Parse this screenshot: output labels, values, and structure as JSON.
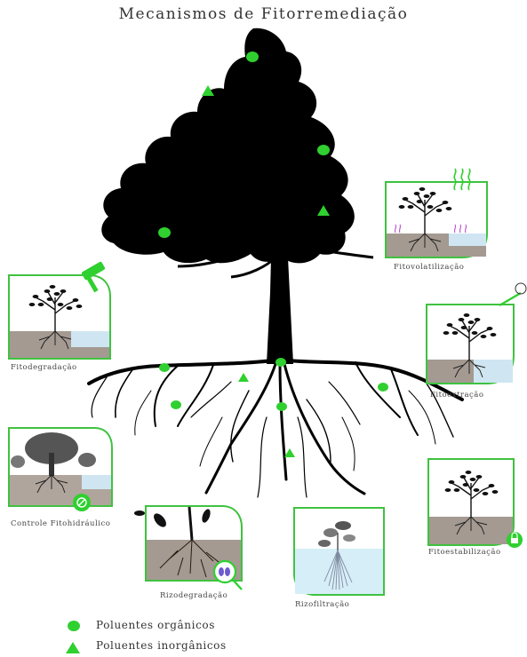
{
  "title": "Mecanismos de Fitorremediação",
  "colors": {
    "accent_green": "#2fd02f",
    "box_border": "#3fc23f",
    "tree": "#000000",
    "soil": "#a49a92",
    "water": "#cfe6f2"
  },
  "mechanisms": [
    {
      "name": "Fitovolatilização",
      "icon": "vapor-icon"
    },
    {
      "name": "Fitodegradação",
      "icon": "hammer-icon"
    },
    {
      "name": "Fitoextração",
      "icon": "extraction-arrow-icon"
    },
    {
      "name": "Controle Fitohidráulico",
      "icon": "no-flow-icon"
    },
    {
      "name": "Fitoestabilização",
      "icon": "lock-icon"
    },
    {
      "name": "Rizodegradação",
      "icon": "magnifier-microbe-icon"
    },
    {
      "name": "Rizofiltração",
      "icon": "aquatic-plant-icon"
    }
  ],
  "legend": [
    {
      "shape": "circle",
      "label": "Poluentes orgânicos"
    },
    {
      "shape": "triangle",
      "label": "Poluentes inorgânicos"
    }
  ]
}
